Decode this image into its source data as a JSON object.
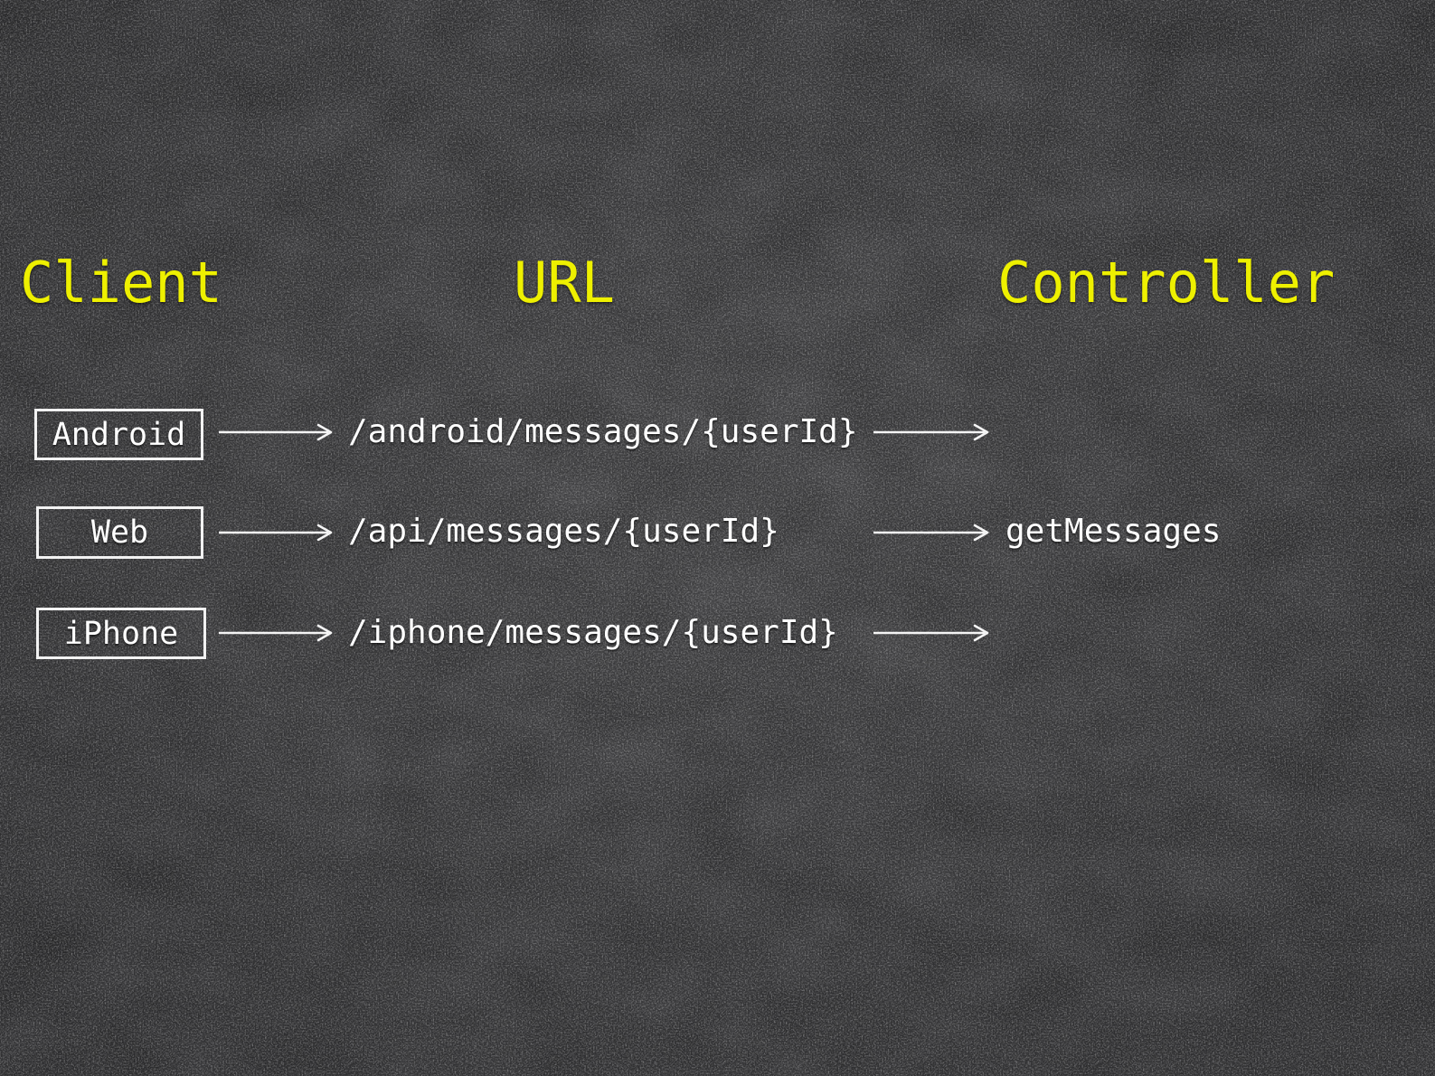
{
  "headers": {
    "client": "Client",
    "url": "URL",
    "controller": "Controller"
  },
  "rows": [
    {
      "client": "Android",
      "url": "/android/messages/{userId}"
    },
    {
      "client": "Web",
      "url": "/api/messages/{userId}"
    },
    {
      "client": "iPhone",
      "url": "/iphone/messages/{userId}"
    }
  ],
  "controller_method": "getMessages",
  "colors": {
    "background": "#3a3a3c",
    "header_text": "#eef000",
    "body_text": "#ffffff",
    "box_border": "#f2f2f2",
    "arrow": "#f5f5f5"
  }
}
